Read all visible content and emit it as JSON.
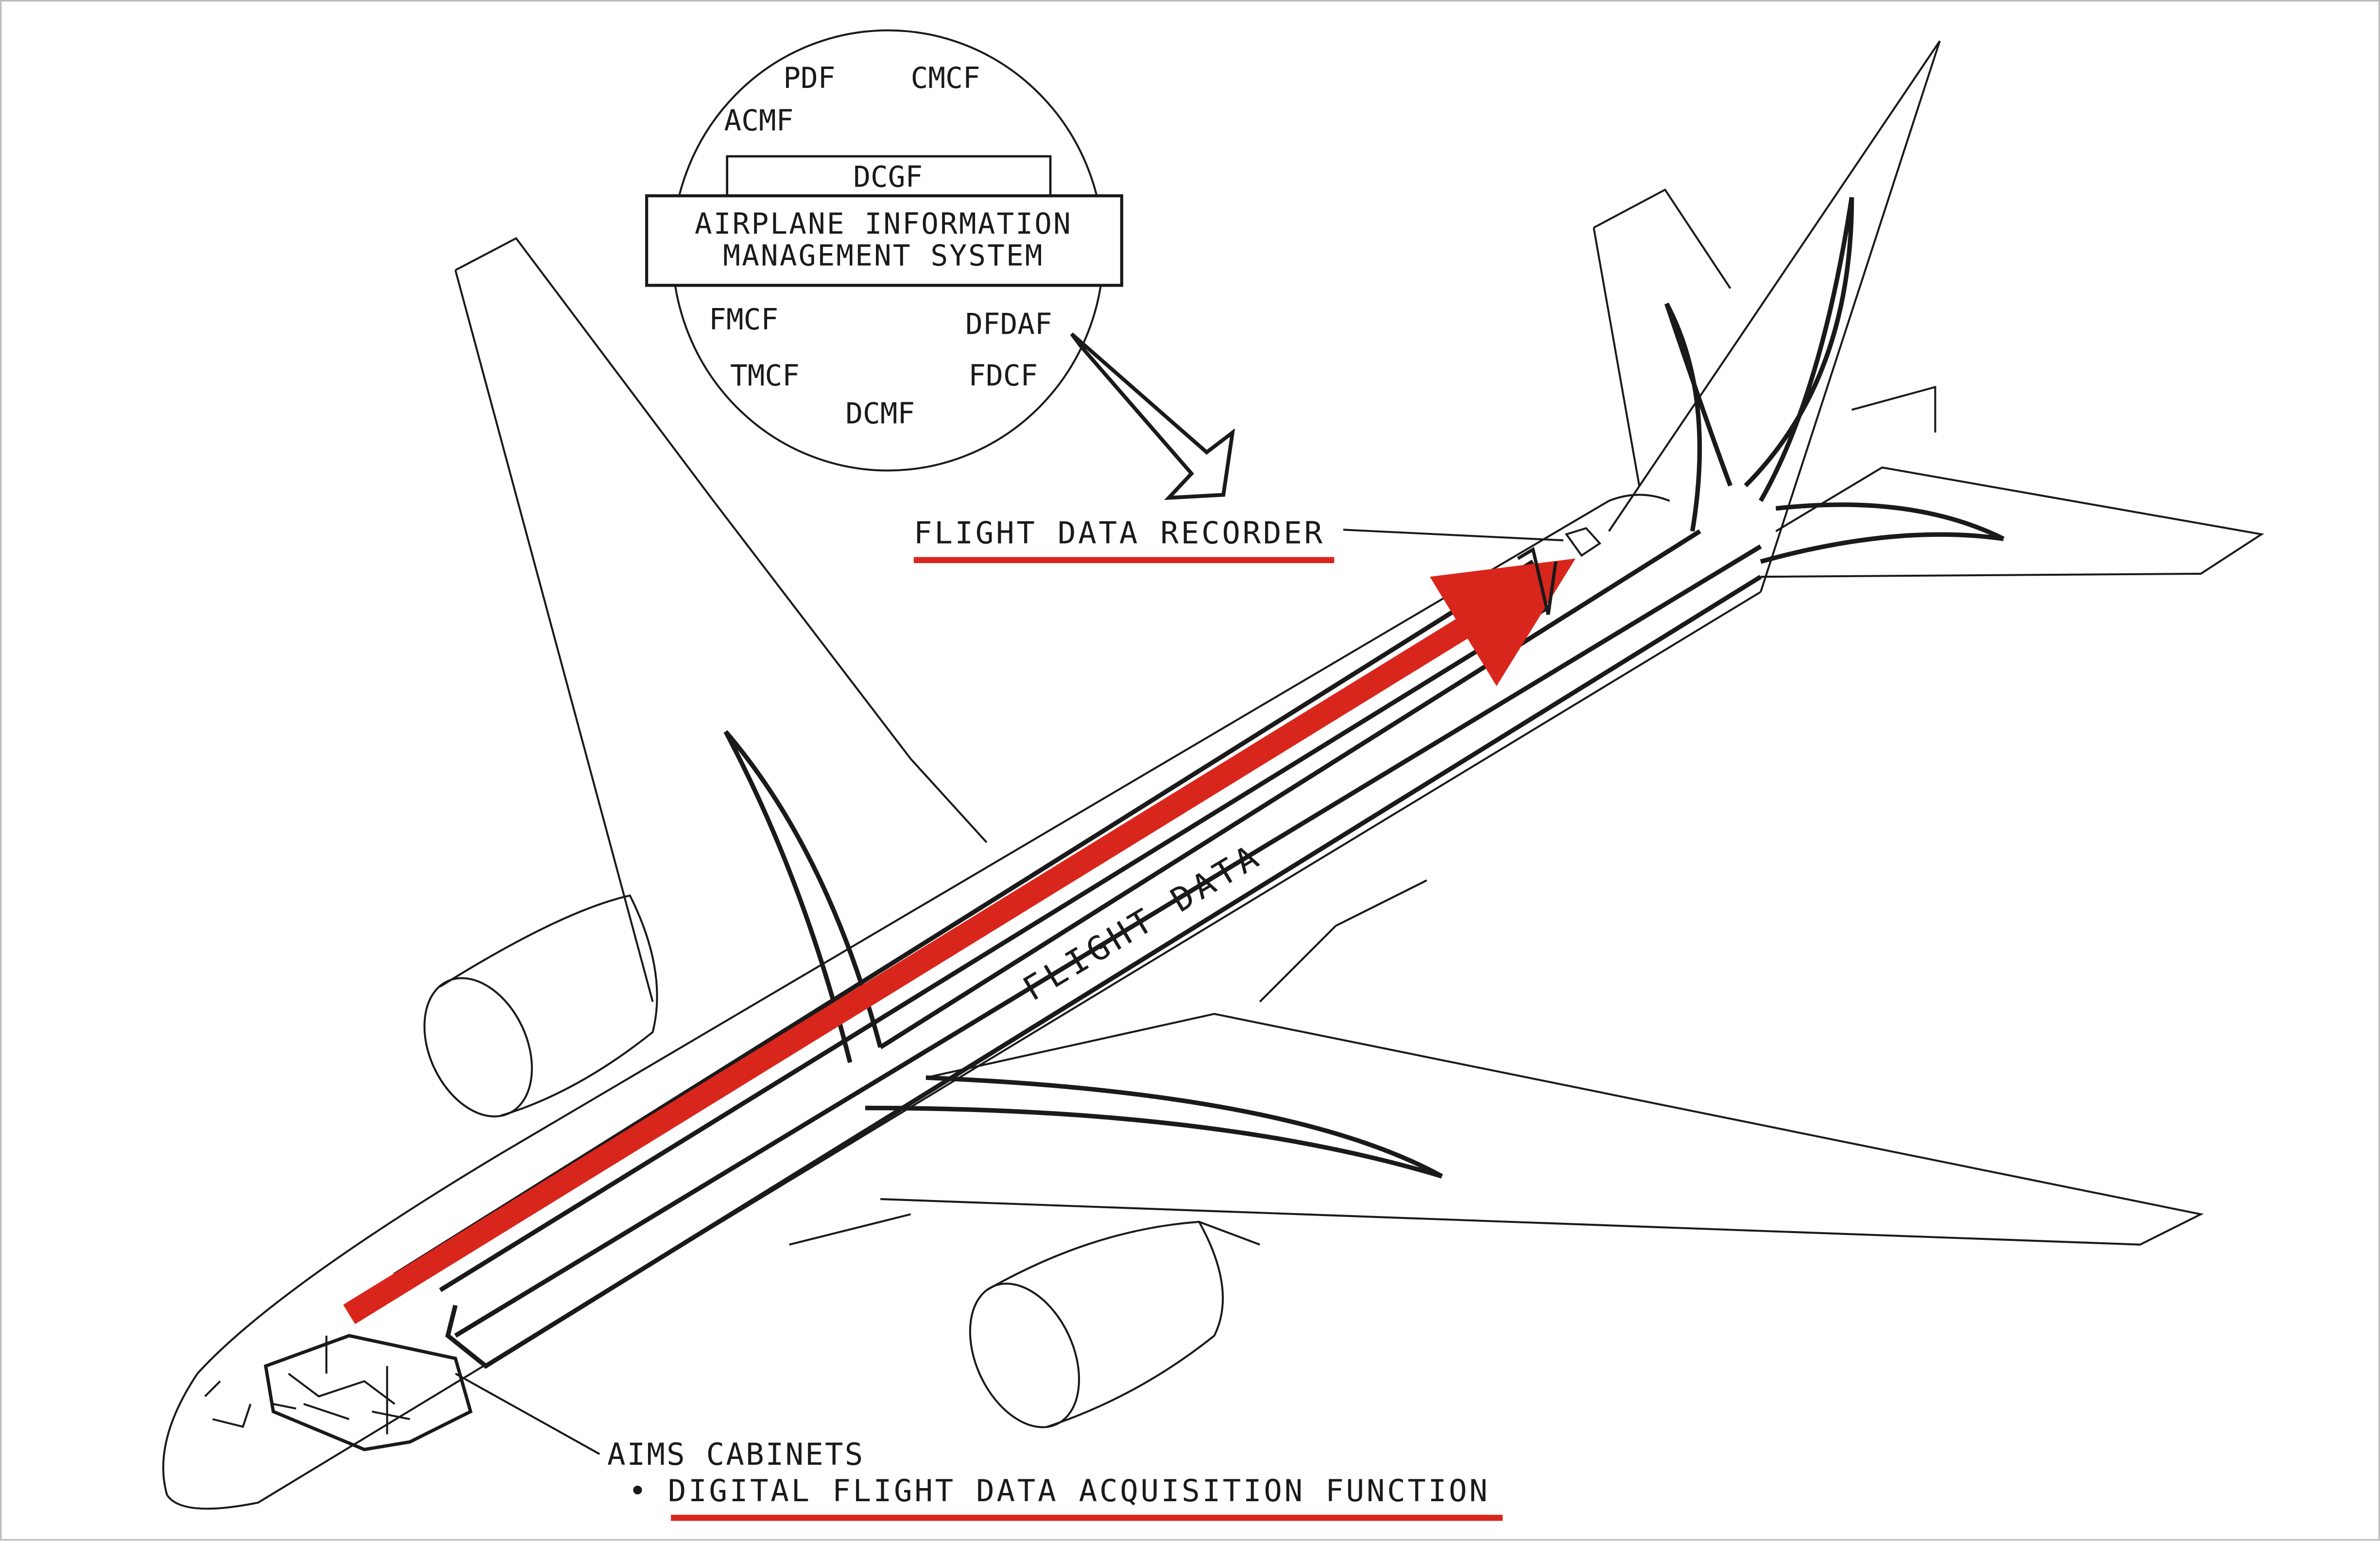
{
  "colors": {
    "highlight": "#d9261c",
    "line": "#1a1a1a",
    "background": "#ffffff"
  },
  "aims_callout": {
    "functions": {
      "pdf": "PDF",
      "cmcf": "CMCF",
      "acmf": "ACMF",
      "dcgf": "DCGF",
      "fmcf": "FMCF",
      "dfdaf": "DFDAF",
      "tmcf": "TMCF",
      "fdcf": "FDCF",
      "dcmf": "DCMF"
    },
    "system_title_line1": "AIRPLANE INFORMATION",
    "system_title_line2": "MANAGEMENT SYSTEM"
  },
  "labels": {
    "flight_data_recorder": "FLIGHT DATA RECORDER",
    "conduit": "FLIGHT DATA",
    "aims_cabinets": "AIMS CABINETS",
    "bullet": "•",
    "dfdaf_full": "DIGITAL FLIGHT DATA ACQUISITION FUNCTION"
  }
}
